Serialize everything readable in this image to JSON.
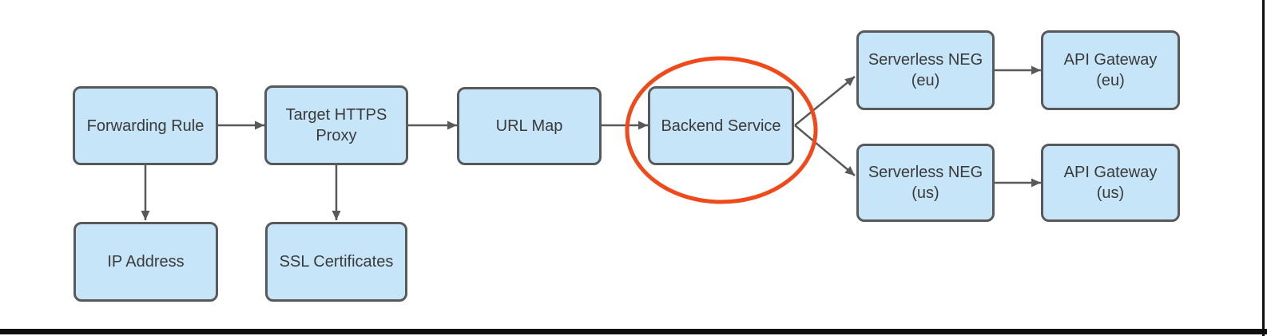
{
  "diagram": {
    "type": "flowchart",
    "nodes": [
      {
        "id": "forwarding-rule",
        "label": "Forwarding Rule"
      },
      {
        "id": "target-https-proxy",
        "label": "Target HTTPS\nProxy"
      },
      {
        "id": "url-map",
        "label": "URL Map"
      },
      {
        "id": "backend-service",
        "label": "Backend Service",
        "highlighted": true
      },
      {
        "id": "serverless-neg-eu",
        "label": "Serverless NEG\n(eu)"
      },
      {
        "id": "api-gateway-eu",
        "label": "API Gateway\n(eu)"
      },
      {
        "id": "serverless-neg-us",
        "label": "Serverless NEG\n(us)"
      },
      {
        "id": "api-gateway-us",
        "label": "API Gateway\n(us)"
      },
      {
        "id": "ip-address",
        "label": "IP Address"
      },
      {
        "id": "ssl-certificates",
        "label": "SSL Certificates"
      }
    ],
    "edges": [
      {
        "from": "forwarding-rule",
        "to": "target-https-proxy"
      },
      {
        "from": "target-https-proxy",
        "to": "url-map"
      },
      {
        "from": "url-map",
        "to": "backend-service"
      },
      {
        "from": "backend-service",
        "to": "serverless-neg-eu"
      },
      {
        "from": "backend-service",
        "to": "serverless-neg-us"
      },
      {
        "from": "serverless-neg-eu",
        "to": "api-gateway-eu"
      },
      {
        "from": "serverless-neg-us",
        "to": "api-gateway-us"
      },
      {
        "from": "forwarding-rule",
        "to": "ip-address"
      },
      {
        "from": "target-https-proxy",
        "to": "ssl-certificates"
      }
    ],
    "highlight": {
      "shape": "ellipse",
      "around": "backend-service"
    },
    "colors": {
      "node_fill": "#c7e5f8",
      "node_border": "#58595b",
      "node_text": "#3a3a3a",
      "arrow": "#595959",
      "highlight_ellipse": "#f0491a",
      "frame_line": "#0f0f0f",
      "background": "#ffffff"
    }
  }
}
